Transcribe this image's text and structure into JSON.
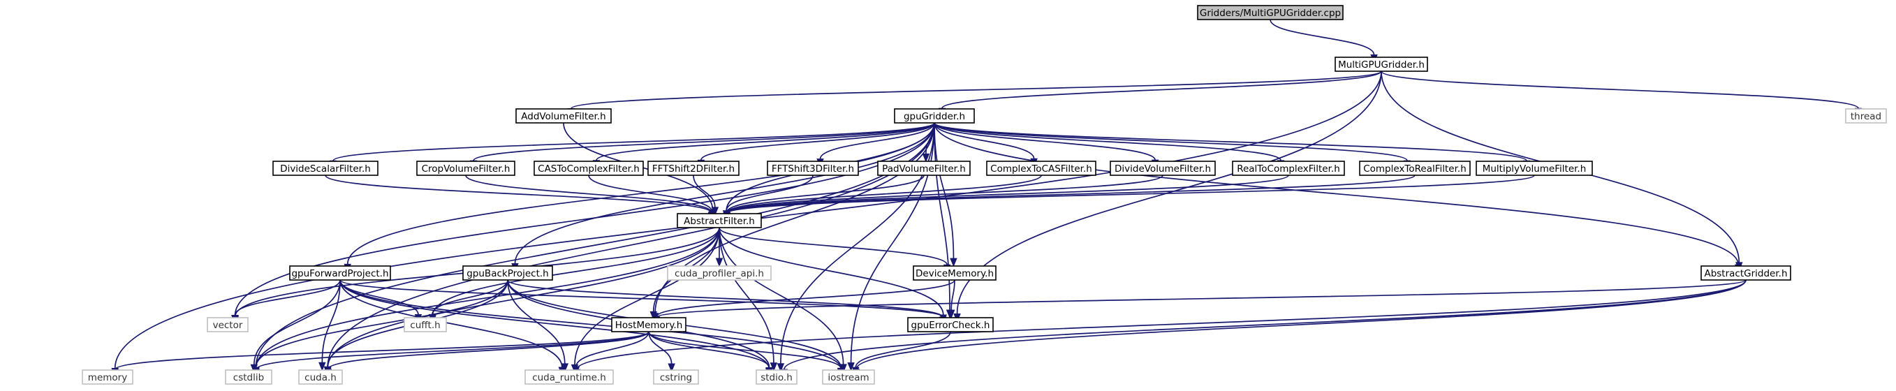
{
  "root_node": "Gridders/MultiGPUGridder.cpp",
  "nodes": [
    {
      "id": "root",
      "label": "Gridders/MultiGPUGridder.cpp",
      "kind": "root"
    },
    {
      "id": "mgg",
      "label": "MultiGPUGridder.h",
      "kind": "normal"
    },
    {
      "id": "avf",
      "label": "AddVolumeFilter.h",
      "kind": "normal"
    },
    {
      "id": "gg",
      "label": "gpuGridder.h",
      "kind": "normal"
    },
    {
      "id": "thread",
      "label": "thread",
      "kind": "external"
    },
    {
      "id": "dsf",
      "label": "DivideScalarFilter.h",
      "kind": "normal"
    },
    {
      "id": "cvf",
      "label": "CropVolumeFilter.h",
      "kind": "normal"
    },
    {
      "id": "cas2c",
      "label": "CASToComplexFilter.h",
      "kind": "normal"
    },
    {
      "id": "fft2",
      "label": "FFTShift2DFilter.h",
      "kind": "normal"
    },
    {
      "id": "fft3",
      "label": "FFTShift3DFilter.h",
      "kind": "normal"
    },
    {
      "id": "pvf",
      "label": "PadVolumeFilter.h",
      "kind": "normal"
    },
    {
      "id": "c2cas",
      "label": "ComplexToCASFilter.h",
      "kind": "normal"
    },
    {
      "id": "dvf",
      "label": "DivideVolumeFilter.h",
      "kind": "normal"
    },
    {
      "id": "r2c",
      "label": "RealToComplexFilter.h",
      "kind": "normal"
    },
    {
      "id": "c2r",
      "label": "ComplexToRealFilter.h",
      "kind": "normal"
    },
    {
      "id": "mvf",
      "label": "MultiplyVolumeFilter.h",
      "kind": "normal"
    },
    {
      "id": "af",
      "label": "AbstractFilter.h",
      "kind": "normal"
    },
    {
      "id": "gfp",
      "label": "gpuForwardProject.h",
      "kind": "normal"
    },
    {
      "id": "gbp",
      "label": "gpuBackProject.h",
      "kind": "normal"
    },
    {
      "id": "cpa",
      "label": "cuda_profiler_api.h",
      "kind": "external"
    },
    {
      "id": "dm",
      "label": "DeviceMemory.h",
      "kind": "normal"
    },
    {
      "id": "ag",
      "label": "AbstractGridder.h",
      "kind": "normal"
    },
    {
      "id": "vector",
      "label": "vector",
      "kind": "external"
    },
    {
      "id": "cufft",
      "label": "cufft.h",
      "kind": "external"
    },
    {
      "id": "hm",
      "label": "HostMemory.h",
      "kind": "normal"
    },
    {
      "id": "gec",
      "label": "gpuErrorCheck.h",
      "kind": "normal"
    },
    {
      "id": "memory",
      "label": "memory",
      "kind": "external"
    },
    {
      "id": "cstdlib",
      "label": "cstdlib",
      "kind": "external"
    },
    {
      "id": "cudah",
      "label": "cuda.h",
      "kind": "external"
    },
    {
      "id": "cudart",
      "label": "cuda_runtime.h",
      "kind": "external"
    },
    {
      "id": "cstring",
      "label": "cstring",
      "kind": "external"
    },
    {
      "id": "stdio",
      "label": "stdio.h",
      "kind": "external"
    },
    {
      "id": "iostream",
      "label": "iostream",
      "kind": "external"
    }
  ],
  "edges": [
    [
      "root",
      "mgg"
    ],
    [
      "mgg",
      "avf"
    ],
    [
      "mgg",
      "gg"
    ],
    [
      "mgg",
      "thread"
    ],
    [
      "mgg",
      "memory"
    ],
    [
      "mgg",
      "ag"
    ],
    [
      "mgg",
      "gec"
    ],
    [
      "avf",
      "af"
    ],
    [
      "gg",
      "dsf"
    ],
    [
      "gg",
      "cvf"
    ],
    [
      "gg",
      "cas2c"
    ],
    [
      "gg",
      "fft2"
    ],
    [
      "gg",
      "fft3"
    ],
    [
      "gg",
      "pvf"
    ],
    [
      "gg",
      "c2cas"
    ],
    [
      "gg",
      "dvf"
    ],
    [
      "gg",
      "r2c"
    ],
    [
      "gg",
      "c2r"
    ],
    [
      "gg",
      "mvf"
    ],
    [
      "gg",
      "af"
    ],
    [
      "gg",
      "gfp"
    ],
    [
      "gg",
      "gbp"
    ],
    [
      "gg",
      "dm"
    ],
    [
      "gg",
      "ag"
    ],
    [
      "gg",
      "vector"
    ],
    [
      "gg",
      "cstdlib"
    ],
    [
      "gg",
      "cudah"
    ],
    [
      "gg",
      "hm"
    ],
    [
      "gg",
      "gec"
    ],
    [
      "gg",
      "stdio"
    ],
    [
      "gg",
      "iostream"
    ],
    [
      "dsf",
      "af"
    ],
    [
      "cvf",
      "af"
    ],
    [
      "cas2c",
      "af"
    ],
    [
      "fft2",
      "af"
    ],
    [
      "fft3",
      "af"
    ],
    [
      "pvf",
      "af"
    ],
    [
      "c2cas",
      "af"
    ],
    [
      "dvf",
      "af"
    ],
    [
      "r2c",
      "af"
    ],
    [
      "c2r",
      "af"
    ],
    [
      "mvf",
      "af"
    ],
    [
      "af",
      "cpa"
    ],
    [
      "af",
      "dm"
    ],
    [
      "af",
      "vector"
    ],
    [
      "af",
      "cufft"
    ],
    [
      "af",
      "hm"
    ],
    [
      "af",
      "gec"
    ],
    [
      "af",
      "cstdlib"
    ],
    [
      "af",
      "cudah"
    ],
    [
      "af",
      "cudart"
    ],
    [
      "af",
      "stdio"
    ],
    [
      "af",
      "iostream"
    ],
    [
      "gfp",
      "vector"
    ],
    [
      "gfp",
      "cufft"
    ],
    [
      "gfp",
      "cstdlib"
    ],
    [
      "gfp",
      "cudah"
    ],
    [
      "gfp",
      "cudart"
    ],
    [
      "gfp",
      "stdio"
    ],
    [
      "gfp",
      "iostream"
    ],
    [
      "gfp",
      "gec"
    ],
    [
      "gbp",
      "cufft"
    ],
    [
      "gbp",
      "cstdlib"
    ],
    [
      "gbp",
      "cudah"
    ],
    [
      "gbp",
      "cudart"
    ],
    [
      "gbp",
      "stdio"
    ],
    [
      "gbp",
      "iostream"
    ],
    [
      "gbp",
      "gec"
    ],
    [
      "dm",
      "hm"
    ],
    [
      "dm",
      "gec"
    ],
    [
      "ag",
      "hm"
    ],
    [
      "ag",
      "stdio"
    ],
    [
      "ag",
      "iostream"
    ],
    [
      "ag",
      "cudart"
    ],
    [
      "hm",
      "memory"
    ],
    [
      "hm",
      "cstdlib"
    ],
    [
      "hm",
      "cudah"
    ],
    [
      "hm",
      "cudart"
    ],
    [
      "hm",
      "cstring"
    ],
    [
      "hm",
      "stdio"
    ],
    [
      "hm",
      "iostream"
    ],
    [
      "gec",
      "iostream"
    ]
  ]
}
